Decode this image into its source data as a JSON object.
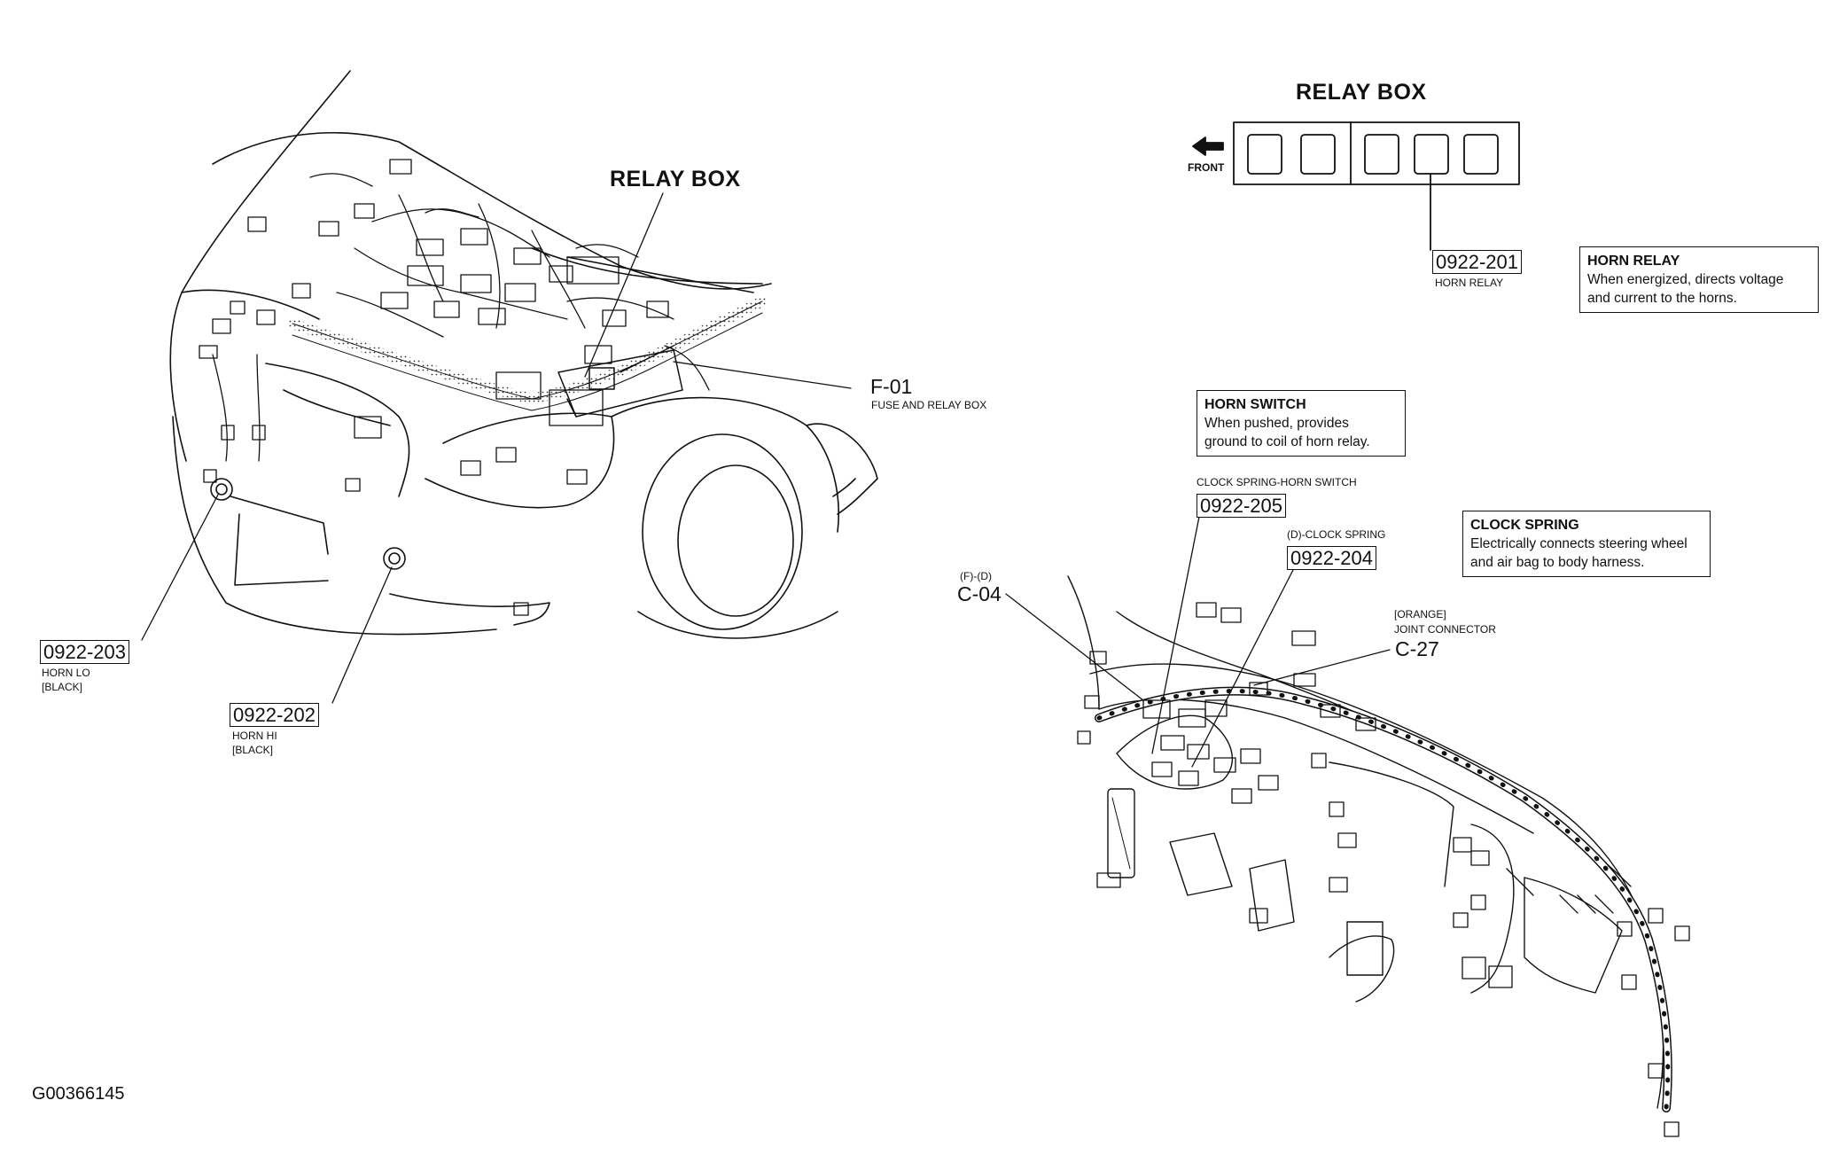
{
  "relay_box_label": "RELAY BOX",
  "relay_box_detail": {
    "title": "RELAY BOX",
    "front_label": "FRONT",
    "horn_relay_code": "0922-201",
    "horn_relay_label": "HORN RELAY"
  },
  "fuse_box": {
    "code": "F-01",
    "label": "FUSE AND RELAY BOX"
  },
  "horn_lo": {
    "code": "0922-203",
    "label": "HORN LO",
    "color": "[BLACK]"
  },
  "horn_hi": {
    "code": "0922-202",
    "label": "HORN HI",
    "color": "[BLACK]"
  },
  "clock_spring_horn_switch": {
    "label": "CLOCK SPRING-HORN SWITCH",
    "code": "0922-205"
  },
  "clock_spring": {
    "label": "(D)-CLOCK SPRING",
    "code": "0922-204"
  },
  "c04": {
    "sub": "(F)-(D)",
    "code": "C-04"
  },
  "c27": {
    "color": "[ORANGE]",
    "label": "JOINT CONNECTOR",
    "code": "C-27"
  },
  "info_boxes": {
    "horn_relay": {
      "title": "HORN RELAY",
      "lines": [
        "When energized, directs voltage",
        "and current to the horns."
      ]
    },
    "horn_switch": {
      "title": "HORN SWITCH",
      "lines": [
        "When pushed, provides",
        "ground to coil of horn relay."
      ]
    },
    "clock_spring": {
      "title": "CLOCK SPRING",
      "lines": [
        "Electrically connects steering wheel",
        "and air bag to body harness."
      ]
    }
  },
  "figure_id": "G00366145",
  "colors": {
    "ink": "#111111",
    "background": "#ffffff"
  }
}
